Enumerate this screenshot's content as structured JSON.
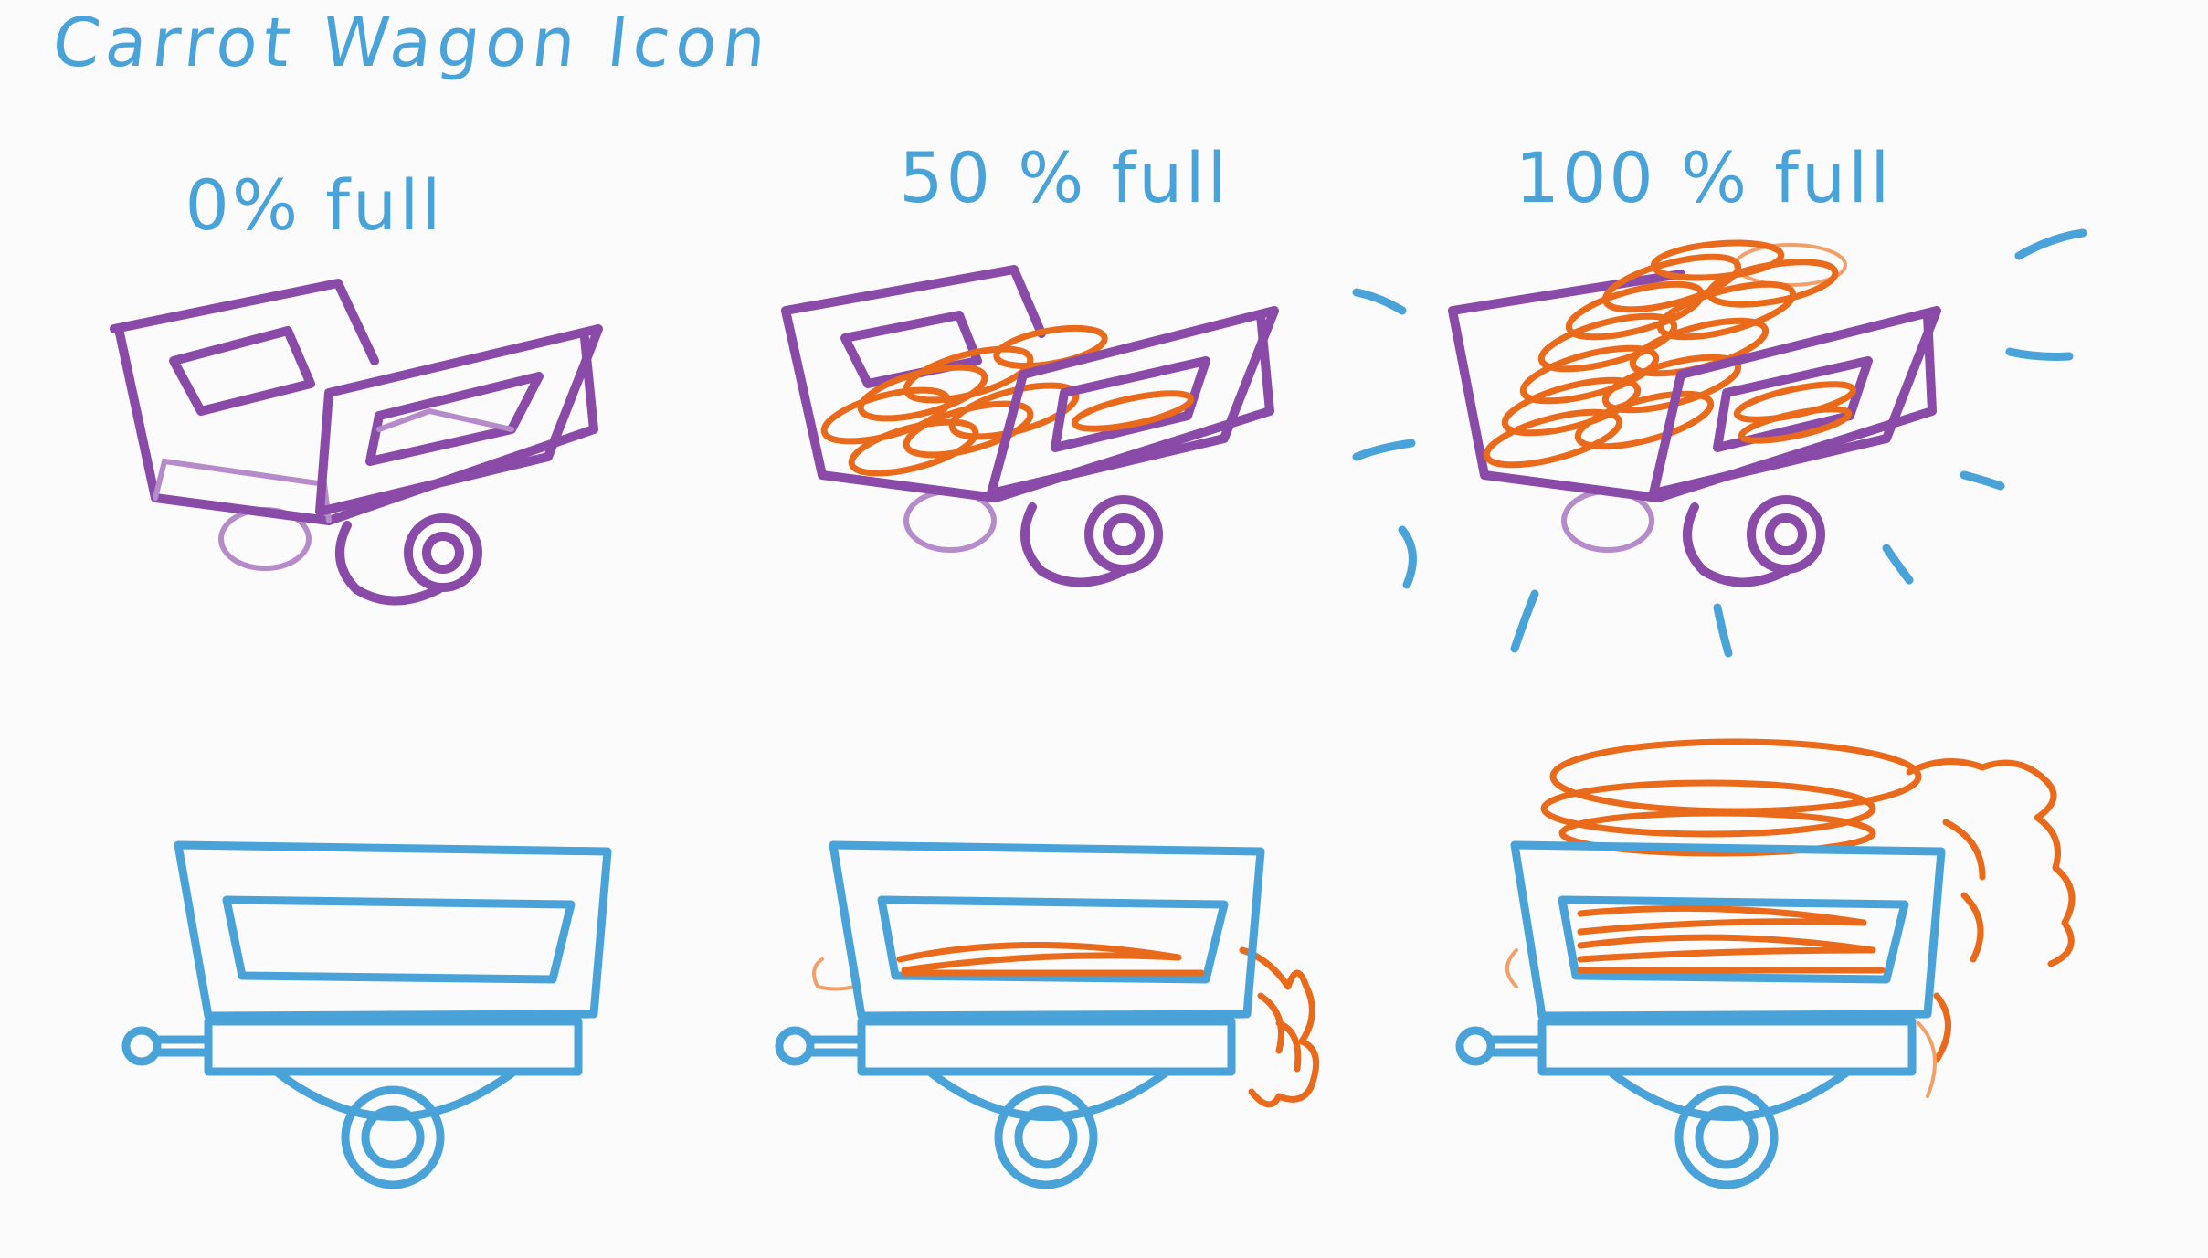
{
  "title": "Carrot Wagon Icon",
  "stages": [
    {
      "label": "0% full",
      "fill_fraction": 0.0
    },
    {
      "label": "50 % full",
      "fill_fraction": 0.5
    },
    {
      "label": "100 % full",
      "fill_fraction": 1.0
    }
  ],
  "colors": {
    "title_ink": "#4aa3d8",
    "perspective_wagon": "#8a4aa8",
    "side_wagon": "#4aa3d8",
    "carrots": "#ea6a1c",
    "glow_lines": "#4aa3d8",
    "background": "#fbfbfb"
  }
}
